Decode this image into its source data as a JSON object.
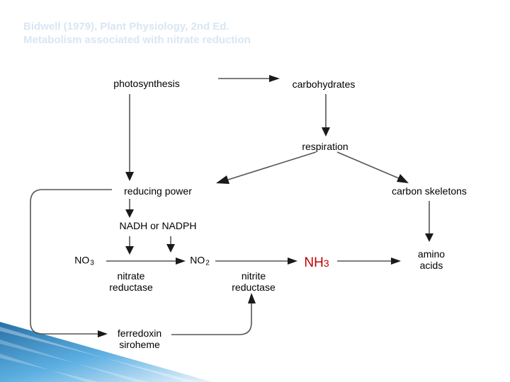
{
  "title": {
    "line1": "Bidwell (1979), Plant Physiology, 2nd Ed.",
    "line2": "Metabolism associated with nitrate reduction"
  },
  "nodes": {
    "photosynthesis": "photosynthesis",
    "carbohydrates": "carbohydrates",
    "respiration": "respiration",
    "reducing_power": "reducing power",
    "carbon_skeletons": "carbon skeletons",
    "nadh": "NADH or NADPH",
    "no3_base": "NO",
    "no3_sub": "3",
    "no2_base": "NO",
    "no2_sub": "2",
    "nitrate_reductase_1": "nitrate",
    "nitrate_reductase_2": "reductase",
    "nitrite_reductase_1": "nitrite",
    "nitrite_reductase_2": "reductase",
    "nh3_base": "NH",
    "nh3_sub": "3",
    "amino_1": "amino",
    "amino_2": "acids",
    "ferredoxin_1": "ferredoxin",
    "ferredoxin_2": "siroheme"
  },
  "colors": {
    "title": "#d9e6f4",
    "nh3": "#c00000",
    "corner_accent": "#1f7fc4"
  }
}
